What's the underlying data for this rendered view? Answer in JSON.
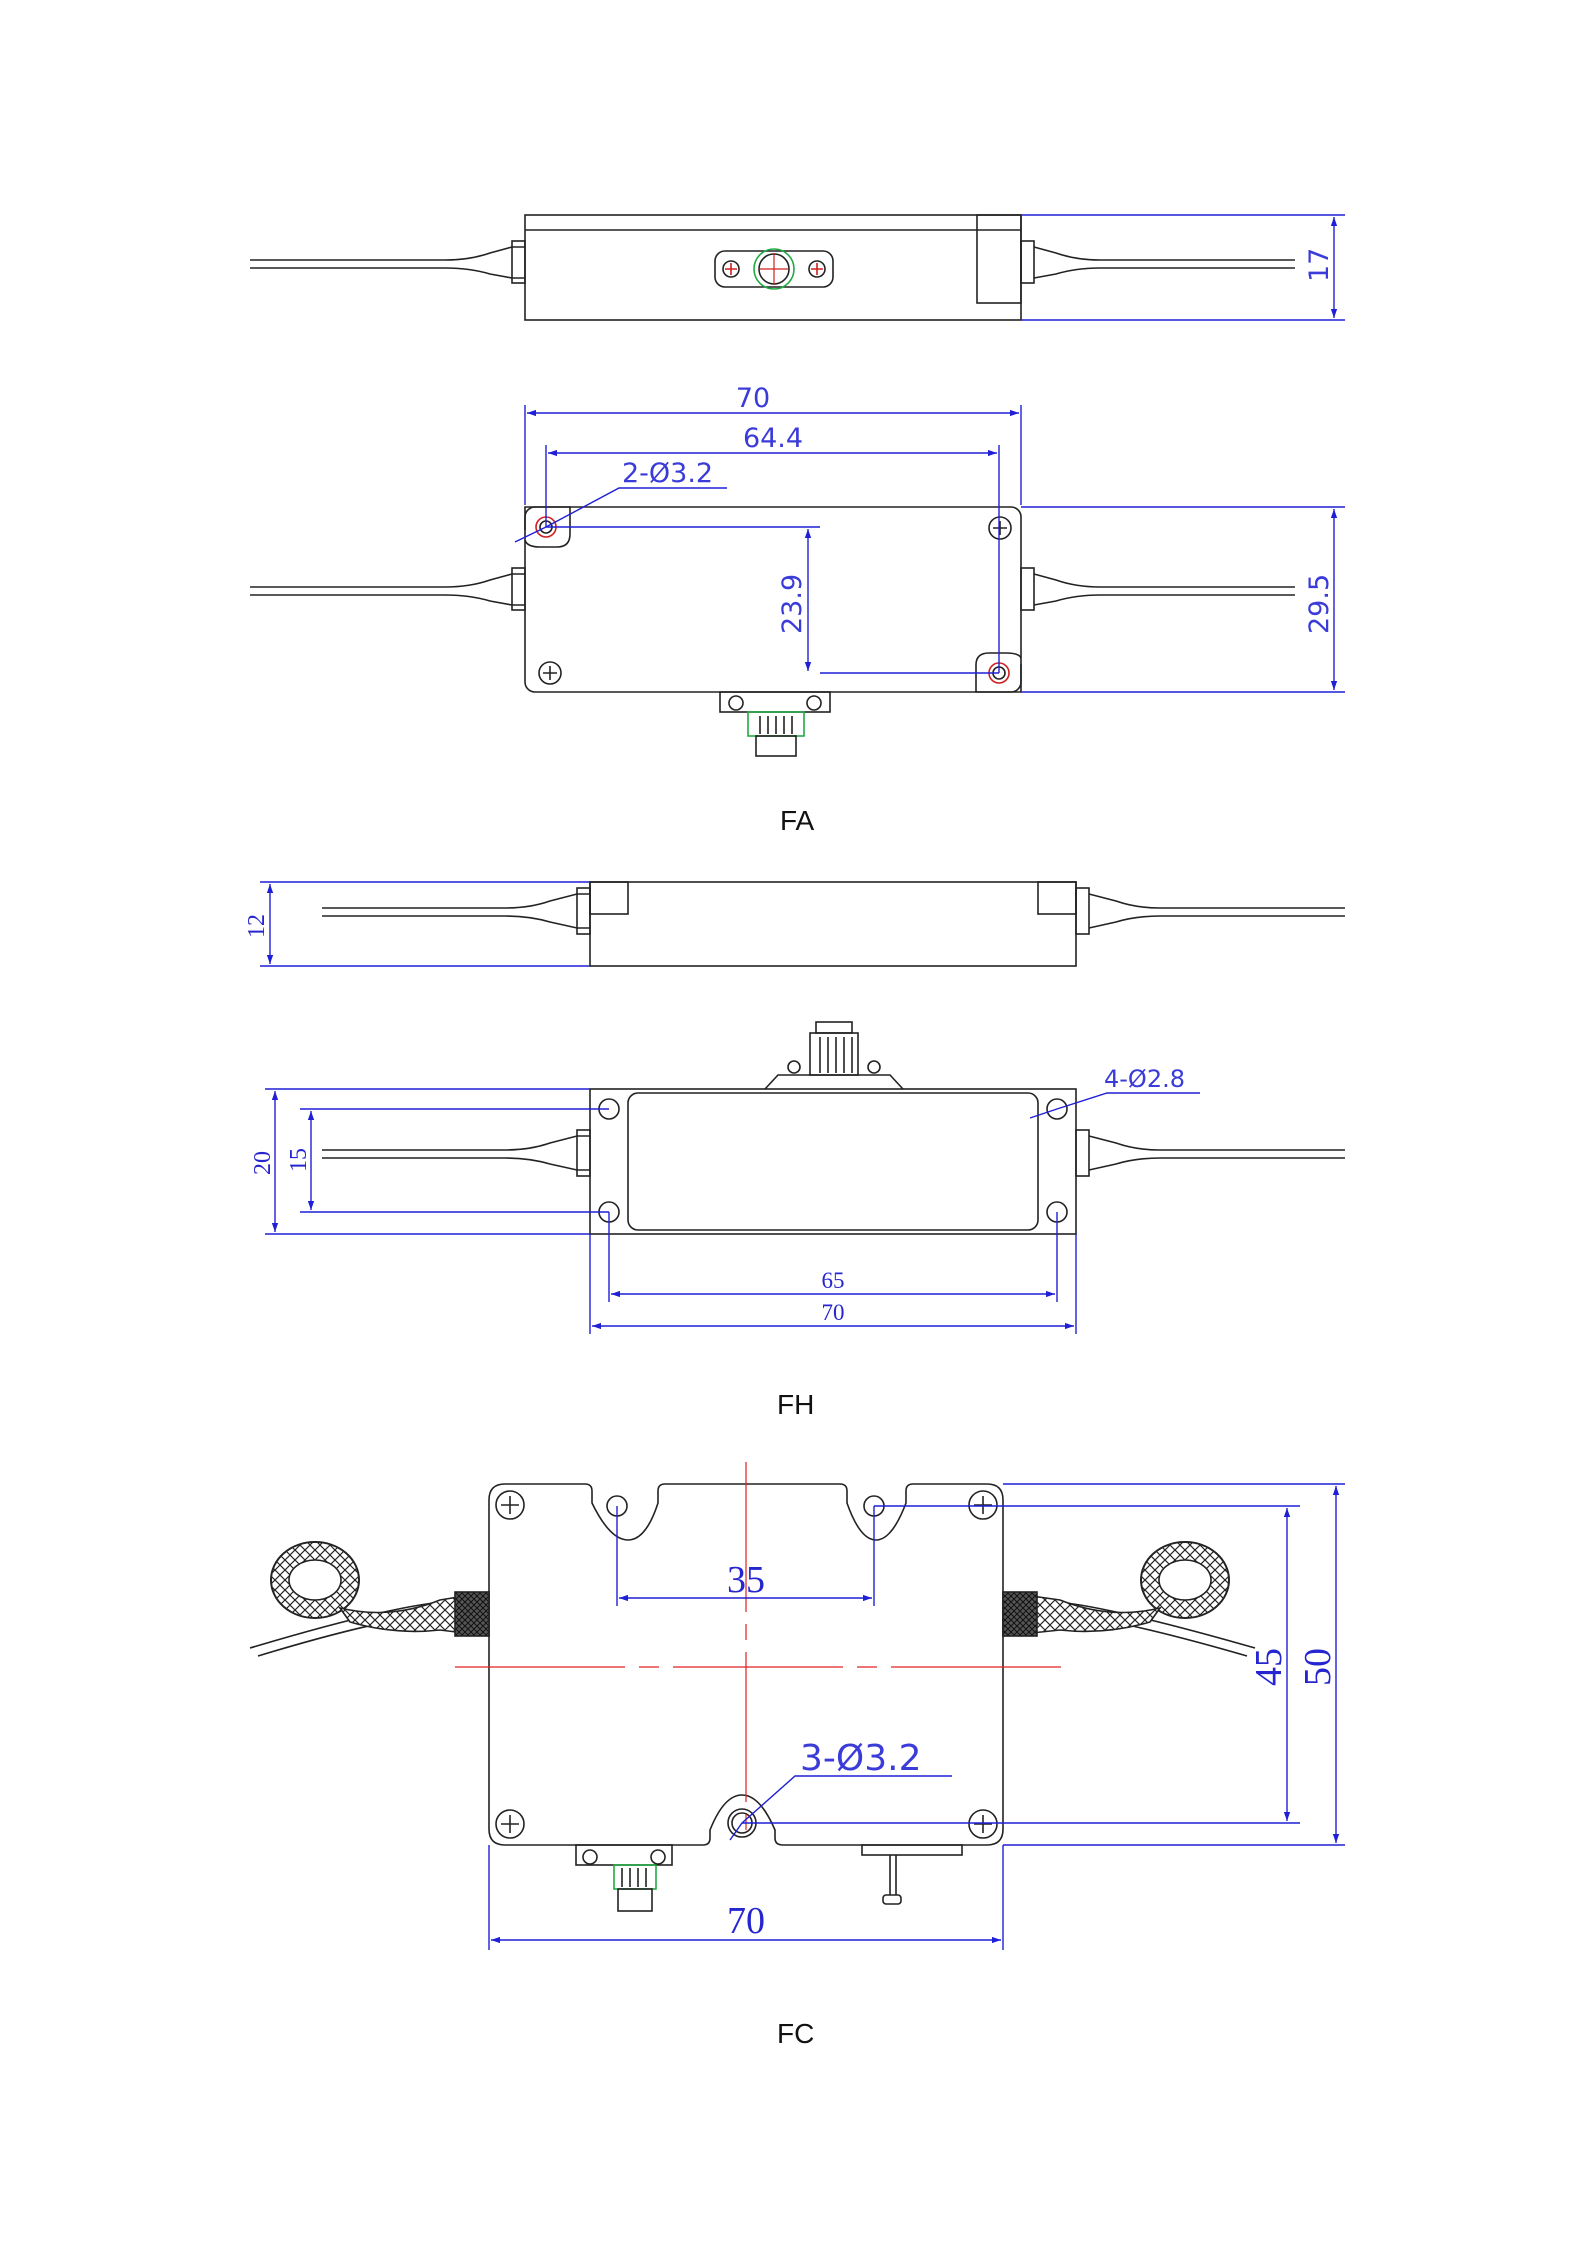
{
  "colors": {
    "outline": "#222222",
    "dimension": "#1f1fd6",
    "center_line": "#e02020",
    "hole": "#d02020",
    "connector": "#22aa44"
  },
  "figures": {
    "fa": {
      "caption": "FA",
      "top_view": {
        "height_label": "17"
      },
      "front_view": {
        "length_label": "70",
        "hole_span_label": "64.4",
        "hole_callout": "2-Ø3.2",
        "hole_vertical_span_label": "23.9",
        "width_label": "29.5"
      }
    },
    "fh": {
      "caption": "FH",
      "side_view": {
        "height_label": "12"
      },
      "front_view": {
        "hole_callout": "4-Ø2.8",
        "outer_width_label": "20",
        "inner_width_label": "15",
        "hole_span_label": "65",
        "length_label": "70"
      }
    },
    "fc": {
      "caption": "FC",
      "front_view": {
        "hole_span_label": "35",
        "hole_callout": "3-Ø3.2",
        "hole_vertical_span_label": "45",
        "width_label": "50",
        "length_label": "70"
      }
    }
  }
}
